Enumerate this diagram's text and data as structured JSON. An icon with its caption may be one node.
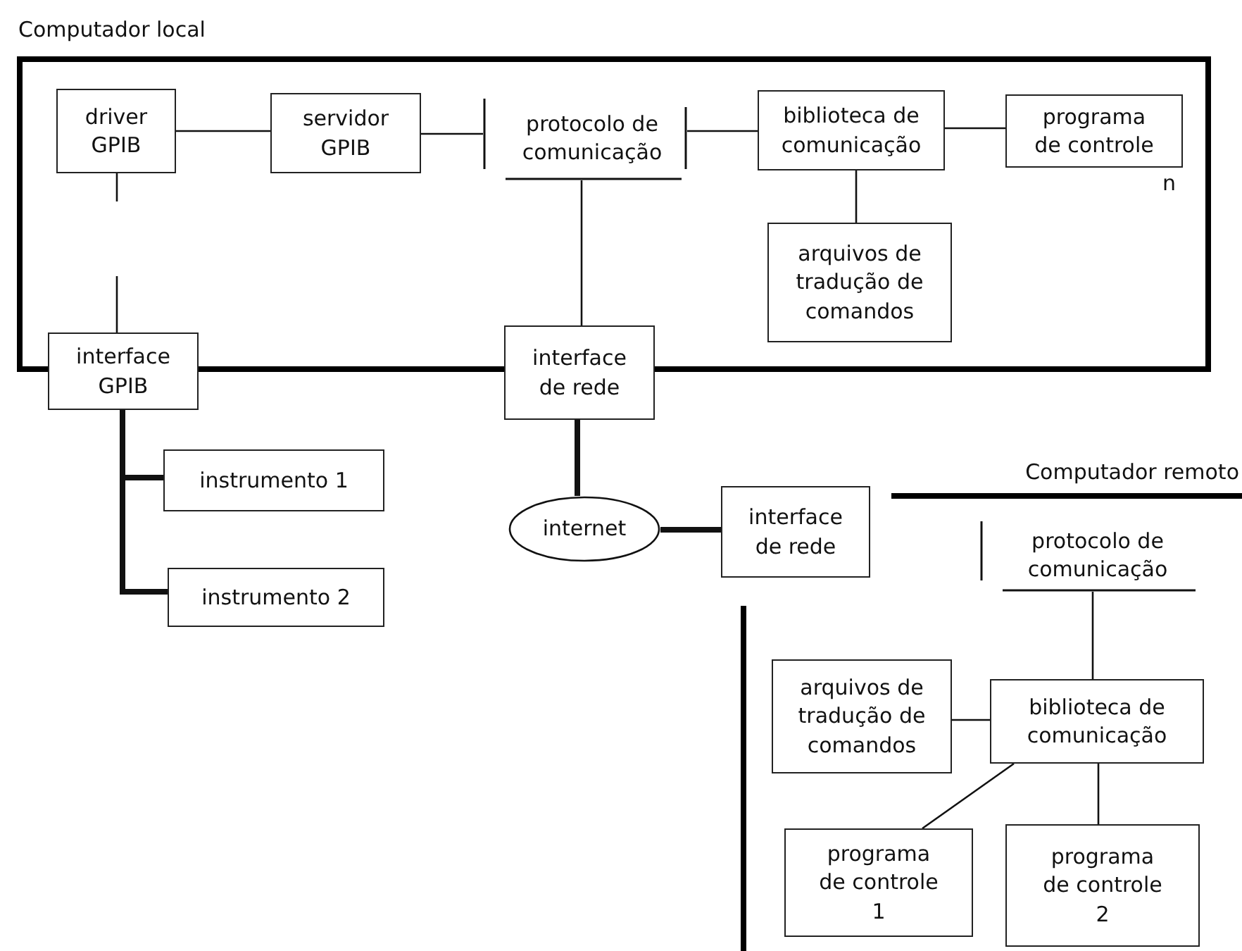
{
  "diagram": {
    "nodes": [
      {
        "text": [
          "Computador local"
        ]
      },
      {
        "text": [
          "driver GPIB"
        ],
        "in": 0
      },
      {
        "text": [
          "servidor GPIB"
        ],
        "in": 0
      },
      {
        "text": [
          "protocolo de comunicação"
        ],
        "in": 0
      },
      {
        "text": [
          "biblioteca de comunicação"
        ],
        "in": 0
      },
      {
        "text": [
          "programa de controle"
        ],
        "beside": [
          "n"
        ],
        "in": 0
      },
      {
        "text": [
          "arquivos de tradução de comandos"
        ],
        "in": 0
      },
      {
        "text": [
          "interface GPIB"
        ]
      },
      {
        "text": [
          "interface de rede"
        ]
      },
      {
        "text": [
          "instrumento 1"
        ]
      },
      {
        "text": [
          "instrumento 2"
        ]
      },
      {
        "text": [
          "internet"
        ]
      },
      {
        "text": [
          "interface de rede"
        ]
      },
      {
        "text": [
          "Computador remoto"
        ]
      },
      {
        "text": [
          "protocolo de comunicação"
        ],
        "in": 13
      },
      {
        "text": [
          "arquivos de tradução de comandos"
        ],
        "in": 13
      },
      {
        "text": [
          "biblioteca de comunicação"
        ],
        "in": 13
      },
      {
        "text": [
          "programa de controle 1"
        ],
        "in": 13
      },
      {
        "text": [
          "programa de controle 2"
        ],
        "in": 13
      }
    ],
    "edges": [
      {
        "from": 1,
        "to": 2,
        "arrow": "none"
      },
      {
        "from": 2,
        "to": 3,
        "arrow": "none"
      },
      {
        "from": 3,
        "to": 4,
        "arrow": "none"
      },
      {
        "from": 4,
        "to": 5,
        "arrow": "none"
      },
      {
        "from": 4,
        "to": 6,
        "arrow": "none"
      },
      {
        "from": 3,
        "to": 8,
        "arrow": "none"
      },
      {
        "from": 1,
        "to": 7,
        "arrow": "none",
        "style": "dashed"
      },
      {
        "from": 7,
        "to": 9,
        "arrow": "none",
        "style": "thick"
      },
      {
        "from": 7,
        "to": 10,
        "arrow": "none",
        "style": "thick"
      },
      {
        "from": 8,
        "to": 11,
        "arrow": "none",
        "style": "thick"
      },
      {
        "from": 11,
        "to": 12,
        "arrow": "none",
        "style": "thick"
      },
      {
        "from": 14,
        "to": 16,
        "arrow": "none"
      },
      {
        "from": 16,
        "to": 15,
        "arrow": "none"
      },
      {
        "from": 16,
        "to": 17,
        "arrow": "none"
      },
      {
        "from": 16,
        "to": 18,
        "arrow": "none"
      }
    ]
  }
}
